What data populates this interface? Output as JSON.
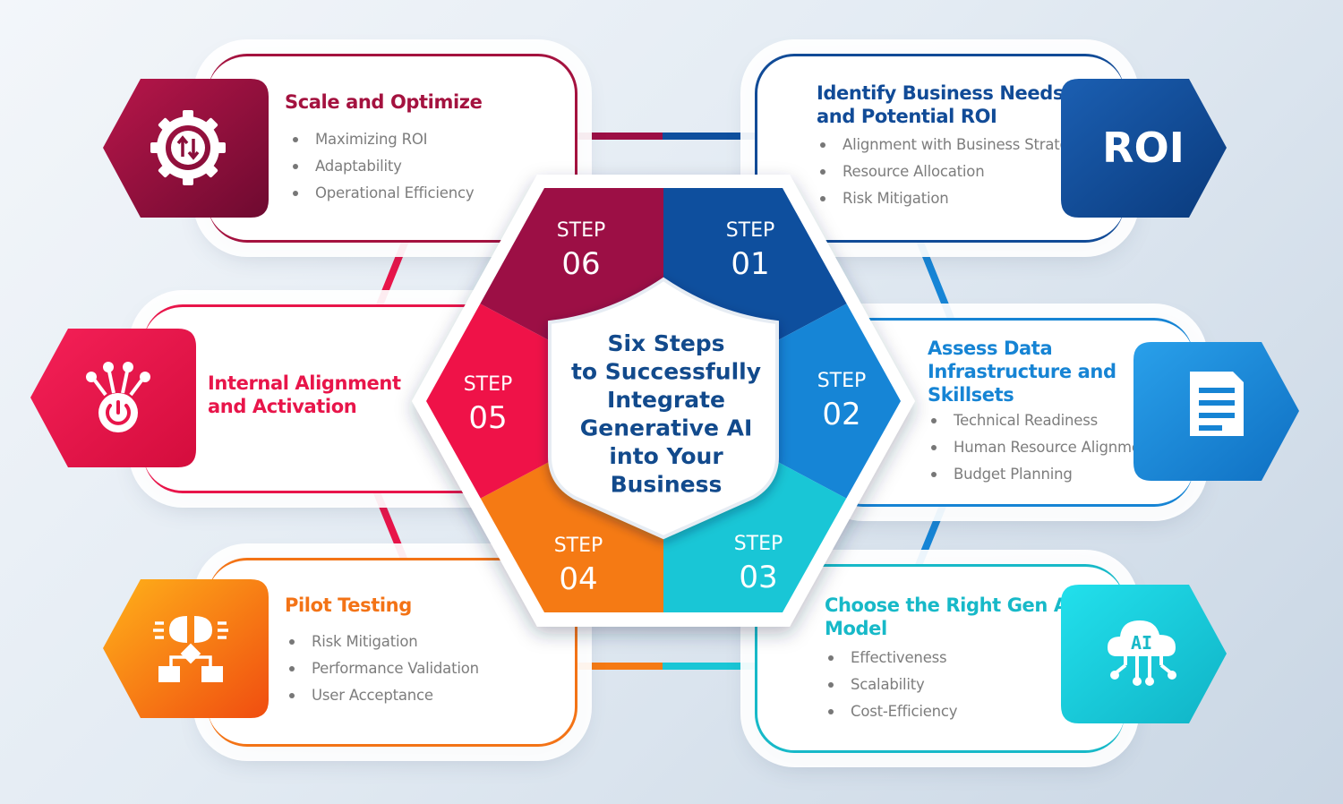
{
  "center": {
    "title_lines": [
      "Six Steps",
      "to Successfully",
      "Integrate",
      "Generative AI",
      "into Your",
      "Business"
    ]
  },
  "steps": [
    {
      "label": "STEP",
      "number": "01",
      "color": "#0e4f9e"
    },
    {
      "label": "STEP",
      "number": "02",
      "color": "#1685d6"
    },
    {
      "label": "STEP",
      "number": "03",
      "color": "#19c6d6"
    },
    {
      "label": "STEP",
      "number": "04",
      "color": "#f57a14"
    },
    {
      "label": "STEP",
      "number": "05",
      "color": "#ef1248"
    },
    {
      "label": "STEP",
      "number": "06",
      "color": "#9c0f45"
    }
  ],
  "cards": {
    "identify": {
      "title_line1": "Identify Business Needs",
      "title_line2": "and Potential ROI",
      "items": [
        "Alignment with Business Strategy",
        "Resource Allocation",
        "Risk Mitigation"
      ],
      "badge_text": "ROI",
      "color": "#114b97"
    },
    "assess": {
      "title_line1": "Assess Data",
      "title_line2": "Infrastructure and",
      "title_line3": "Skillsets",
      "items": [
        "Technical Readiness",
        "Human Resource Alignment",
        "Budget Planning"
      ],
      "icon": "document-icon",
      "color": "#1684d4"
    },
    "choose": {
      "title_line1": "Choose the Right Gen AI",
      "title_line2": "Model",
      "items": [
        "Effectiveness",
        "Scalability",
        "Cost-Efficiency"
      ],
      "icon": "ai-cloud-icon",
      "icon_text": "AI",
      "color": "#17b9c8"
    },
    "pilot": {
      "title_line1": "Pilot Testing",
      "items": [
        "Risk Mitigation",
        "Performance Validation",
        "User Acceptance"
      ],
      "icon": "brain-flowchart-icon",
      "color": "#f37316"
    },
    "internal": {
      "title_line1": "Internal Alignment",
      "title_line2": "and Activation",
      "icon": "network-power-icon",
      "color": "#e8154a"
    },
    "scale": {
      "title_line1": "Scale and Optimize",
      "items": [
        "Maximizing ROI",
        "Adaptability",
        "Operational Efficiency"
      ],
      "icon": "gear-arrows-icon",
      "color": "#a4123f"
    }
  }
}
